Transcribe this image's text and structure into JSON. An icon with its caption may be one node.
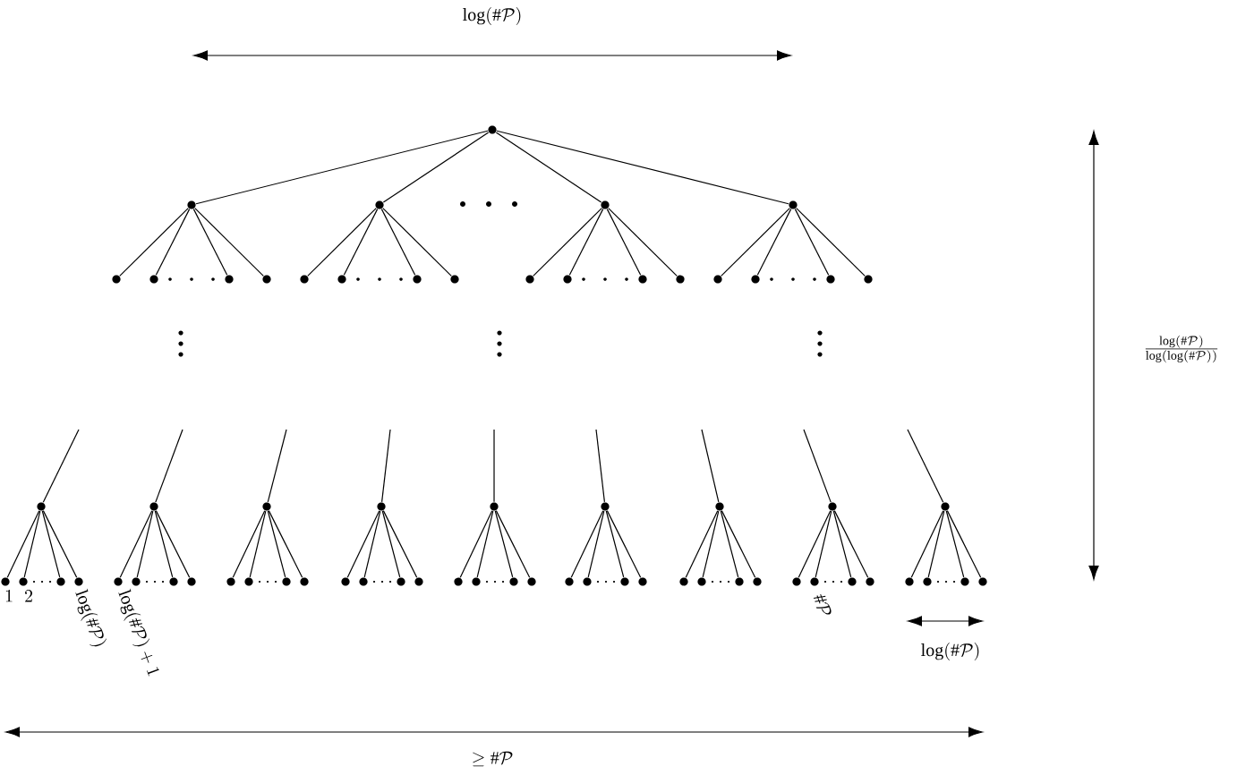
{
  "diagram": {
    "nodes": [
      {
        "text": [],
        "shape": "circle"
      },
      {
        "text": [],
        "shape": "circle"
      },
      {
        "text": [],
        "shape": "circle"
      },
      {
        "text": [],
        "shape": "circle"
      },
      {
        "text": [],
        "shape": "circle"
      },
      {
        "text": [],
        "shape": "circle"
      },
      {
        "text": [],
        "shape": "circle"
      },
      {
        "text": [],
        "shape": "circle"
      },
      {
        "text": [],
        "shape": "circle"
      },
      {
        "text": [],
        "shape": "circle"
      },
      {
        "text": [],
        "shape": "circle"
      },
      {
        "text": [],
        "shape": "circle"
      },
      {
        "text": [],
        "shape": "circle"
      },
      {
        "text": [],
        "shape": "circle"
      },
      {
        "text": [],
        "shape": "circle"
      },
      {
        "text": [],
        "shape": "circle"
      },
      {
        "text": [],
        "shape": "circle"
      },
      {
        "text": [],
        "shape": "circle"
      },
      {
        "text": [],
        "shape": "circle"
      },
      {
        "text": [],
        "shape": "circle"
      },
      {
        "text": [],
        "shape": "circle"
      },
      {
        "text": [],
        "shape": "circle"
      },
      {
        "text": [],
        "shape": "circle"
      },
      {
        "text": [],
        "shape": "circle"
      },
      {
        "text": [],
        "shape": "circle"
      },
      {
        "text": [],
        "shape": "circle"
      },
      {
        "text": [],
        "shape": "circle"
      },
      {
        "text": [],
        "shape": "circle"
      },
      {
        "text": [],
        "shape": "circle"
      },
      {
        "text": [],
        "shape": "circle"
      },
      {
        "text": [],
        "shape": "circle"
      },
      {
        "text": [],
        "shape": "circle"
      },
      {
        "text": [],
        "shape": "circle"
      },
      {
        "text": [],
        "shape": "circle"
      },
      {
        "text": [],
        "shape": "circle"
      },
      {
        "text": [],
        "shape": "circle"
      },
      {
        "text": [],
        "shape": "circle"
      },
      {
        "text": [],
        "shape": "circle"
      },
      {
        "text": [],
        "shape": "circle"
      },
      {
        "text": [],
        "shape": "circle"
      },
      {
        "text": [],
        "shape": "circle"
      },
      {
        "text": [],
        "shape": "circle"
      },
      {
        "text": [],
        "shape": "circle"
      },
      {
        "text": [],
        "shape": "circle"
      },
      {
        "text": [],
        "shape": "circle"
      },
      {
        "text": [],
        "shape": "circle"
      },
      {
        "text": [],
        "shape": "circle"
      },
      {
        "text": [],
        "shape": "circle"
      },
      {
        "text": [],
        "shape": "circle"
      },
      {
        "text": [],
        "shape": "circle"
      },
      {
        "text": [],
        "shape": "circle"
      },
      {
        "text": [],
        "shape": "circle"
      },
      {
        "text": [],
        "shape": "circle"
      },
      {
        "text": [],
        "shape": "circle"
      },
      {
        "text": [],
        "shape": "circle"
      },
      {
        "text": [],
        "shape": "circle"
      },
      {
        "text": [],
        "shape": "circle"
      },
      {
        "text": [],
        "shape": "circle"
      },
      {
        "text": [],
        "shape": "circle"
      },
      {
        "text": [],
        "shape": "circle"
      },
      {
        "text": [],
        "shape": "circle"
      },
      {
        "text": [],
        "shape": "circle"
      },
      {
        "text": [],
        "shape": "circle"
      },
      {
        "text": [],
        "shape": "circle"
      },
      {
        "text": [],
        "shape": "circle"
      },
      {
        "text": [],
        "shape": "circle"
      }
    ],
    "edges": [
      {
        "from": 0,
        "to": 1,
        "arrow": "none"
      },
      {
        "from": 0,
        "to": 2,
        "arrow": "none"
      },
      {
        "from": 0,
        "to": 3,
        "arrow": "none"
      },
      {
        "from": 0,
        "to": 4,
        "arrow": "none"
      },
      {
        "from": 1,
        "to": 5,
        "arrow": "none"
      },
      {
        "from": 1,
        "to": 6,
        "arrow": "none"
      },
      {
        "from": 1,
        "to": 7,
        "arrow": "none"
      },
      {
        "from": 1,
        "to": 8,
        "arrow": "none"
      },
      {
        "from": 2,
        "to": 9,
        "arrow": "none"
      },
      {
        "from": 2,
        "to": 10,
        "arrow": "none"
      },
      {
        "from": 2,
        "to": 11,
        "arrow": "none"
      },
      {
        "from": 2,
        "to": 12,
        "arrow": "none"
      },
      {
        "from": 3,
        "to": 13,
        "arrow": "none"
      },
      {
        "from": 3,
        "to": 14,
        "arrow": "none"
      },
      {
        "from": 3,
        "to": 15,
        "arrow": "none"
      },
      {
        "from": 3,
        "to": 16,
        "arrow": "none"
      },
      {
        "from": 4,
        "to": 17,
        "arrow": "none"
      },
      {
        "from": 4,
        "to": 18,
        "arrow": "none"
      },
      {
        "from": 4,
        "to": 19,
        "arrow": "none"
      },
      {
        "from": 4,
        "to": 20,
        "arrow": "none"
      },
      {
        "from": null,
        "to": 21,
        "arrow": "none"
      },
      {
        "from": null,
        "to": 22,
        "arrow": "none"
      },
      {
        "from": null,
        "to": 23,
        "arrow": "none"
      },
      {
        "from": null,
        "to": 24,
        "arrow": "none"
      },
      {
        "from": null,
        "to": 25,
        "arrow": "none"
      },
      {
        "from": null,
        "to": 26,
        "arrow": "none"
      },
      {
        "from": null,
        "to": 27,
        "arrow": "none"
      },
      {
        "from": null,
        "to": 28,
        "arrow": "none"
      },
      {
        "from": null,
        "to": 29,
        "arrow": "none"
      },
      {
        "from": 21,
        "to": 30,
        "arrow": "none"
      },
      {
        "from": 21,
        "to": 31,
        "arrow": "none"
      },
      {
        "from": 21,
        "to": 32,
        "arrow": "none"
      },
      {
        "from": 21,
        "to": 33,
        "arrow": "none"
      },
      {
        "from": 22,
        "to": 34,
        "arrow": "none"
      },
      {
        "from": 22,
        "to": 35,
        "arrow": "none"
      },
      {
        "from": 22,
        "to": 36,
        "arrow": "none"
      },
      {
        "from": 22,
        "to": 37,
        "arrow": "none"
      },
      {
        "from": 23,
        "to": 38,
        "arrow": "none"
      },
      {
        "from": 23,
        "to": 39,
        "arrow": "none"
      },
      {
        "from": 23,
        "to": 40,
        "arrow": "none"
      },
      {
        "from": 23,
        "to": 41,
        "arrow": "none"
      },
      {
        "from": 24,
        "to": 42,
        "arrow": "none"
      },
      {
        "from": 24,
        "to": 43,
        "arrow": "none"
      },
      {
        "from": 24,
        "to": 44,
        "arrow": "none"
      },
      {
        "from": 24,
        "to": 45,
        "arrow": "none"
      },
      {
        "from": 25,
        "to": 46,
        "arrow": "none"
      },
      {
        "from": 25,
        "to": 47,
        "arrow": "none"
      },
      {
        "from": 25,
        "to": 48,
        "arrow": "none"
      },
      {
        "from": 25,
        "to": 49,
        "arrow": "none"
      },
      {
        "from": 26,
        "to": 50,
        "arrow": "none"
      },
      {
        "from": 26,
        "to": 51,
        "arrow": "none"
      },
      {
        "from": 26,
        "to": 52,
        "arrow": "none"
      },
      {
        "from": 26,
        "to": 53,
        "arrow": "none"
      },
      {
        "from": 27,
        "to": 54,
        "arrow": "none"
      },
      {
        "from": 27,
        "to": 55,
        "arrow": "none"
      },
      {
        "from": 27,
        "to": 56,
        "arrow": "none"
      },
      {
        "from": 27,
        "to": 57,
        "arrow": "none"
      },
      {
        "from": 28,
        "to": 58,
        "arrow": "none"
      },
      {
        "from": 28,
        "to": 59,
        "arrow": "none"
      },
      {
        "from": 28,
        "to": 60,
        "arrow": "none"
      },
      {
        "from": 28,
        "to": 61,
        "arrow": "none"
      },
      {
        "from": 29,
        "to": 62,
        "arrow": "none"
      },
      {
        "from": 29,
        "to": 63,
        "arrow": "none"
      },
      {
        "from": 29,
        "to": 64,
        "arrow": "none"
      },
      {
        "from": 29,
        "to": 65,
        "arrow": "none"
      }
    ],
    "labels": [
      "\\log(\\#\\mathcal{P})",
      "\\frac{\\log(\\#\\mathcal{P})}{\\log(\\log(\\#\\mathcal{P}))}",
      "1",
      "2",
      "\\log(\\#\\mathcal{P})",
      "\\log(\\#\\mathcal{P})+1",
      "\\#\\mathcal{P}",
      "\\log(\\#\\mathcal{P})",
      "\\geq \\#\\mathcal{P}"
    ]
  }
}
